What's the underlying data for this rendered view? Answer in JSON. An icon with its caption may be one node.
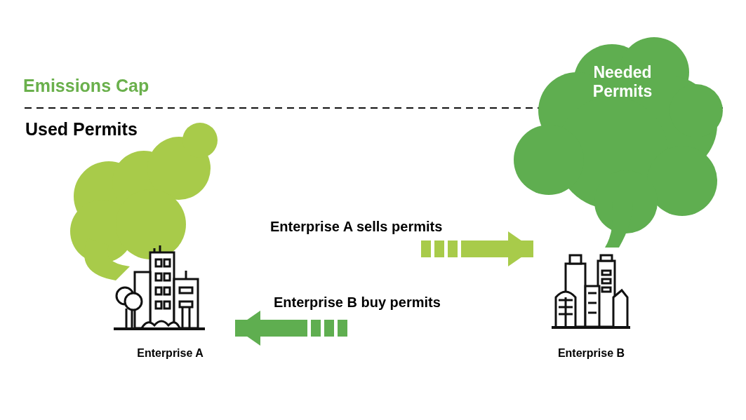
{
  "diagram": {
    "nodes": [
      {
        "text": [
          "Enterprise A"
        ]
      },
      {
        "text": [
          "Enterprise B"
        ]
      },
      {
        "text": [
          "Needed Permits"
        ]
      }
    ],
    "edges": [
      {
        "from": null,
        "to": 1,
        "arrow": "to",
        "label": "Enterprise A sells permits",
        "color": "#a8cb4a"
      },
      {
        "from": null,
        "to": 0,
        "arrow": "to",
        "label": "Enterprise B buy permits",
        "color": "#5fae50"
      }
    ],
    "labels": [
      "Emissions Cap",
      "Used Permits"
    ]
  }
}
